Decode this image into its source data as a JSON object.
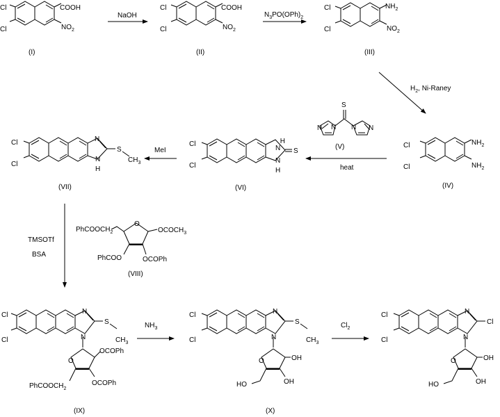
{
  "title": "Synthesis scheme of 2,5,6-trichloro-1-(beta-D-ribofuranosyl)naphtho[2,3-d]imidazole",
  "atoms": {
    "cl": "Cl",
    "cooh": "COOH",
    "no": "NO",
    "nh": "NH",
    "n": "N",
    "h": "H",
    "s": "S",
    "o": "O",
    "sch": "S",
    "ch": "CH",
    "oh": "OH",
    "ho": "HO",
    "two": "2",
    "three": "3"
  },
  "substituents": {
    "phcooch": "PhCOOCH",
    "ococh": "OCOCH",
    "phcoo": "PhCOO",
    "ocoph": "OCOPh",
    "cl_sub": "Cl"
  },
  "reagents": {
    "step1": "NaOH",
    "step2_prefix": "N",
    "step2_mid": "PO(OPh)",
    "step3": "H",
    "step3_suffix": ", Ni-Raney",
    "step4_heat": "heat",
    "step5": "MeI",
    "step6a": "TMSOTf",
    "step6b": "BSA",
    "step7_base": "NH",
    "step8_base": "Cl"
  },
  "compound_labels": {
    "c1": "(I)",
    "c2": "(II)",
    "c3": "(III)",
    "c4": "(IV)",
    "c5": "(V)",
    "c6": "(VI)",
    "c7": "(VII)",
    "c8": "(VIII)",
    "c9": "(IX)",
    "c10": "(X)"
  }
}
